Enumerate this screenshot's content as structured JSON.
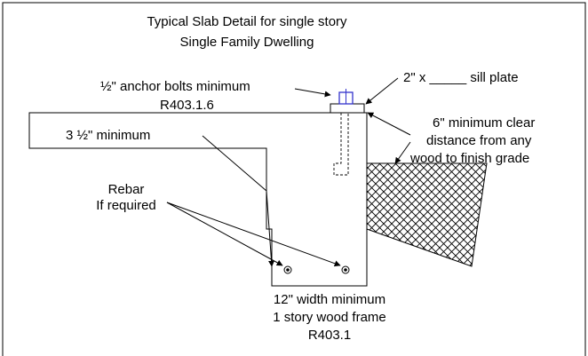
{
  "title": {
    "line1": "Typical Slab Detail for single story",
    "line2": "Single Family Dwelling"
  },
  "labels": {
    "anchor_bolts": "½\" anchor bolts minimum",
    "anchor_bolts_code": "R403.1.6",
    "sill_plate": "2\" x _____ sill plate",
    "slab_thickness": "3 ½\" minimum",
    "clearance_line1": "6\" minimum clear",
    "clearance_line2": "distance from any",
    "clearance_line3": "wood to finish grade",
    "rebar_line1": "Rebar",
    "rebar_line2": "If required",
    "footing_line1": "12\" width minimum",
    "footing_line2": "1 story wood frame",
    "footing_line3": "R403.1"
  },
  "colors": {
    "anchor_bolt": "#3333cc",
    "ink": "#000000"
  }
}
